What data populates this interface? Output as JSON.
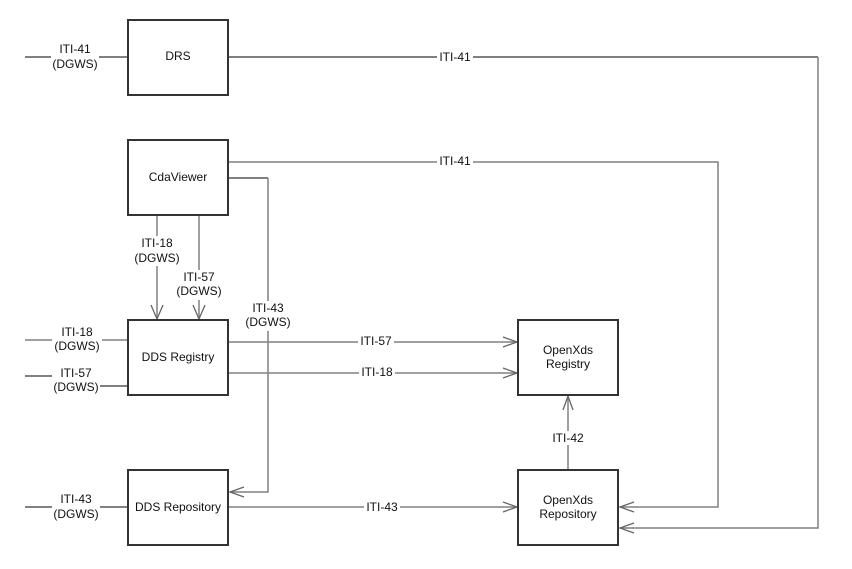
{
  "nodes": {
    "drs": "DRS",
    "cdaviewer": "CdaViewer",
    "dds_registry": "DDS Registry",
    "dds_repository": "DDS Repository",
    "openxds_registry": [
      "OpenXds",
      "Registry"
    ],
    "openxds_repository": [
      "OpenXds",
      "Repository"
    ]
  },
  "edges": {
    "ext_drs": [
      "ITI-41",
      "(DGWS)"
    ],
    "drs_to_openxds_repo": "ITI-41",
    "cda_to_openxds_repo": "ITI-41",
    "cda_to_dds_registry_18": [
      "ITI-18",
      "(DGWS)"
    ],
    "cda_to_dds_registry_57": [
      "ITI-57",
      "(DGWS)"
    ],
    "cda_to_dds_repo_43": [
      "ITI-43",
      "(DGWS)"
    ],
    "ext_dds_registry_18": [
      "ITI-18",
      "(DGWS)"
    ],
    "ext_dds_registry_57": [
      "ITI-57",
      "(DGWS)"
    ],
    "ext_dds_repo_43": [
      "ITI-43",
      "(DGWS)"
    ],
    "dds_reg_to_openxds_reg_57": "ITI-57",
    "dds_reg_to_openxds_reg_18": "ITI-18",
    "dds_repo_to_openxds_repo_43": "ITI-43",
    "openxds_repo_to_reg_42": "ITI-42"
  }
}
